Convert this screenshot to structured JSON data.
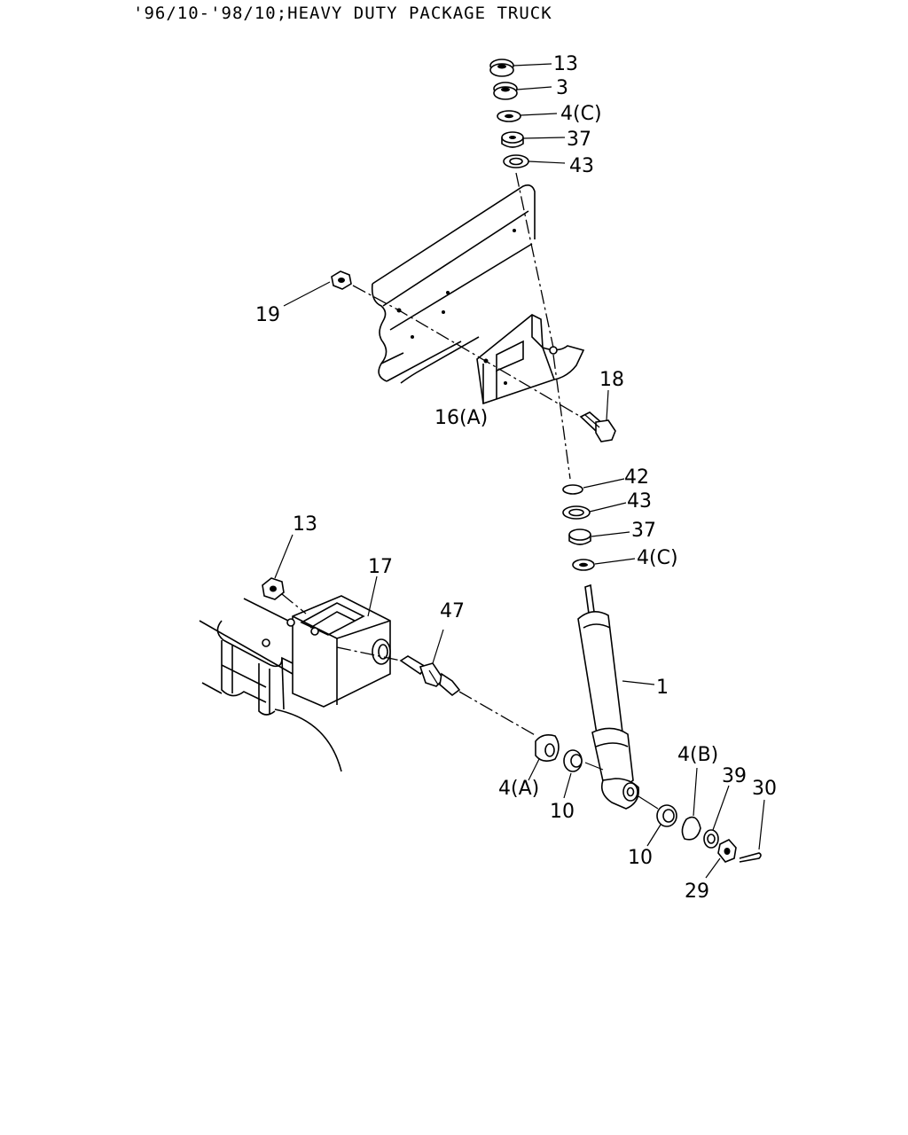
{
  "header": {
    "title": "'96/10-'98/10;HEAVY DUTY PACKAGE TRUCK"
  },
  "callouts": {
    "c13_top": "13",
    "c3": "3",
    "c4c_top": "4(C)",
    "c37_top": "37",
    "c43_top": "43",
    "c19": "19",
    "c16a": "16(A)",
    "c18": "18",
    "c42": "42",
    "c43_mid": "43",
    "c37_mid": "37",
    "c4c_mid": "4(C)",
    "c13_left": "13",
    "c17": "17",
    "c47": "47",
    "c1": "1",
    "c4b": "4(B)",
    "c39": "39",
    "c30": "30",
    "c4a": "4(A)",
    "c10_left": "10",
    "c10_right": "10",
    "c29": "29"
  }
}
